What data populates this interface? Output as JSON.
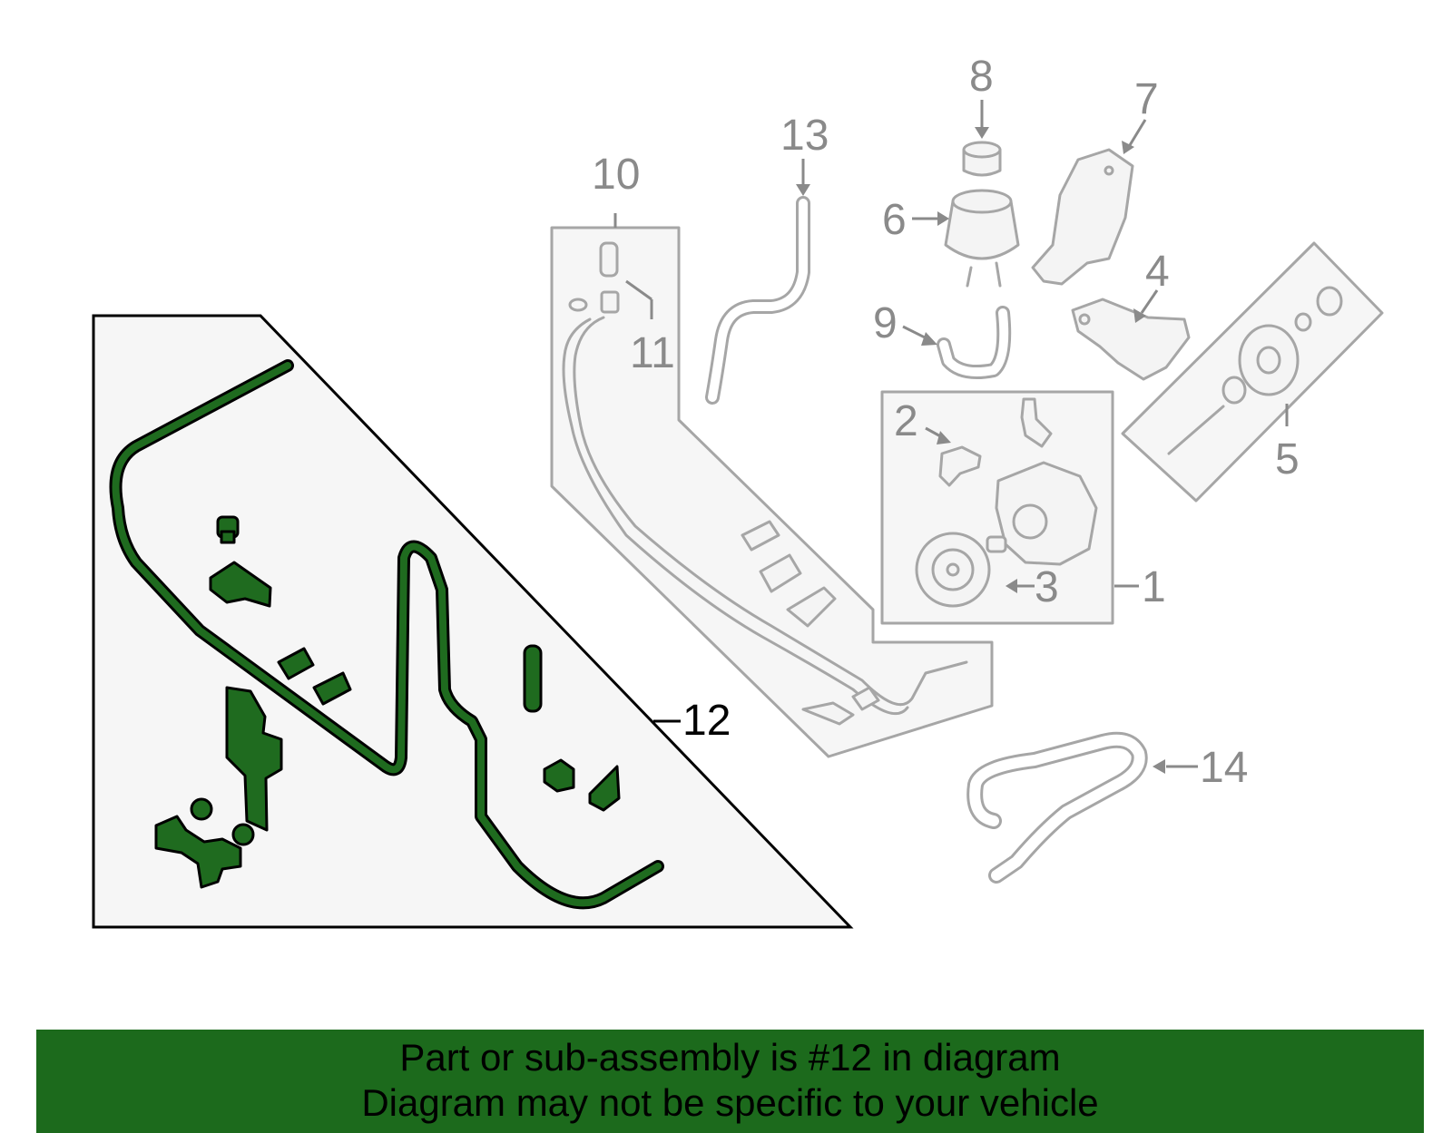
{
  "diagram": {
    "callouts": [
      {
        "id": "1",
        "label": "1"
      },
      {
        "id": "2",
        "label": "2"
      },
      {
        "id": "3",
        "label": "3"
      },
      {
        "id": "4",
        "label": "4"
      },
      {
        "id": "5",
        "label": "5"
      },
      {
        "id": "6",
        "label": "6"
      },
      {
        "id": "7",
        "label": "7"
      },
      {
        "id": "8",
        "label": "8"
      },
      {
        "id": "9",
        "label": "9"
      },
      {
        "id": "10",
        "label": "10"
      },
      {
        "id": "11",
        "label": "11"
      },
      {
        "id": "12",
        "label": "12"
      },
      {
        "id": "13",
        "label": "13"
      },
      {
        "id": "14",
        "label": "14"
      }
    ],
    "highlighted_part": "12",
    "colors": {
      "highlight": "#1f6b1f",
      "banner": "#1c6a1c",
      "part_outline": "#a6a6a6",
      "callout_text": "#8a8a8a"
    }
  },
  "banner": {
    "line1": "Part or sub-assembly is #12 in diagram",
    "line2": "Diagram may not be specific to your vehicle"
  }
}
